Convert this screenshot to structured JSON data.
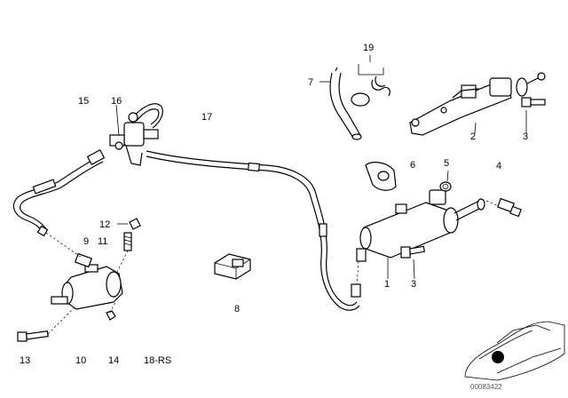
{
  "labels": {
    "l1": "1",
    "l2": "2",
    "l3a": "3",
    "l3b": "3",
    "l4": "4",
    "l5": "5",
    "l6": "6",
    "l7": "7",
    "l8": "8",
    "l9": "9",
    "l10": "10",
    "l11": "11",
    "l12": "12",
    "l13": "13",
    "l14": "14",
    "l15": "15",
    "l16": "16",
    "l17": "17",
    "l18": "18-RS",
    "l19": "19"
  },
  "footer": {
    "code": "00083422"
  },
  "colors": {
    "line": "#000000",
    "background": "#ffffff",
    "marker": "#000000"
  }
}
